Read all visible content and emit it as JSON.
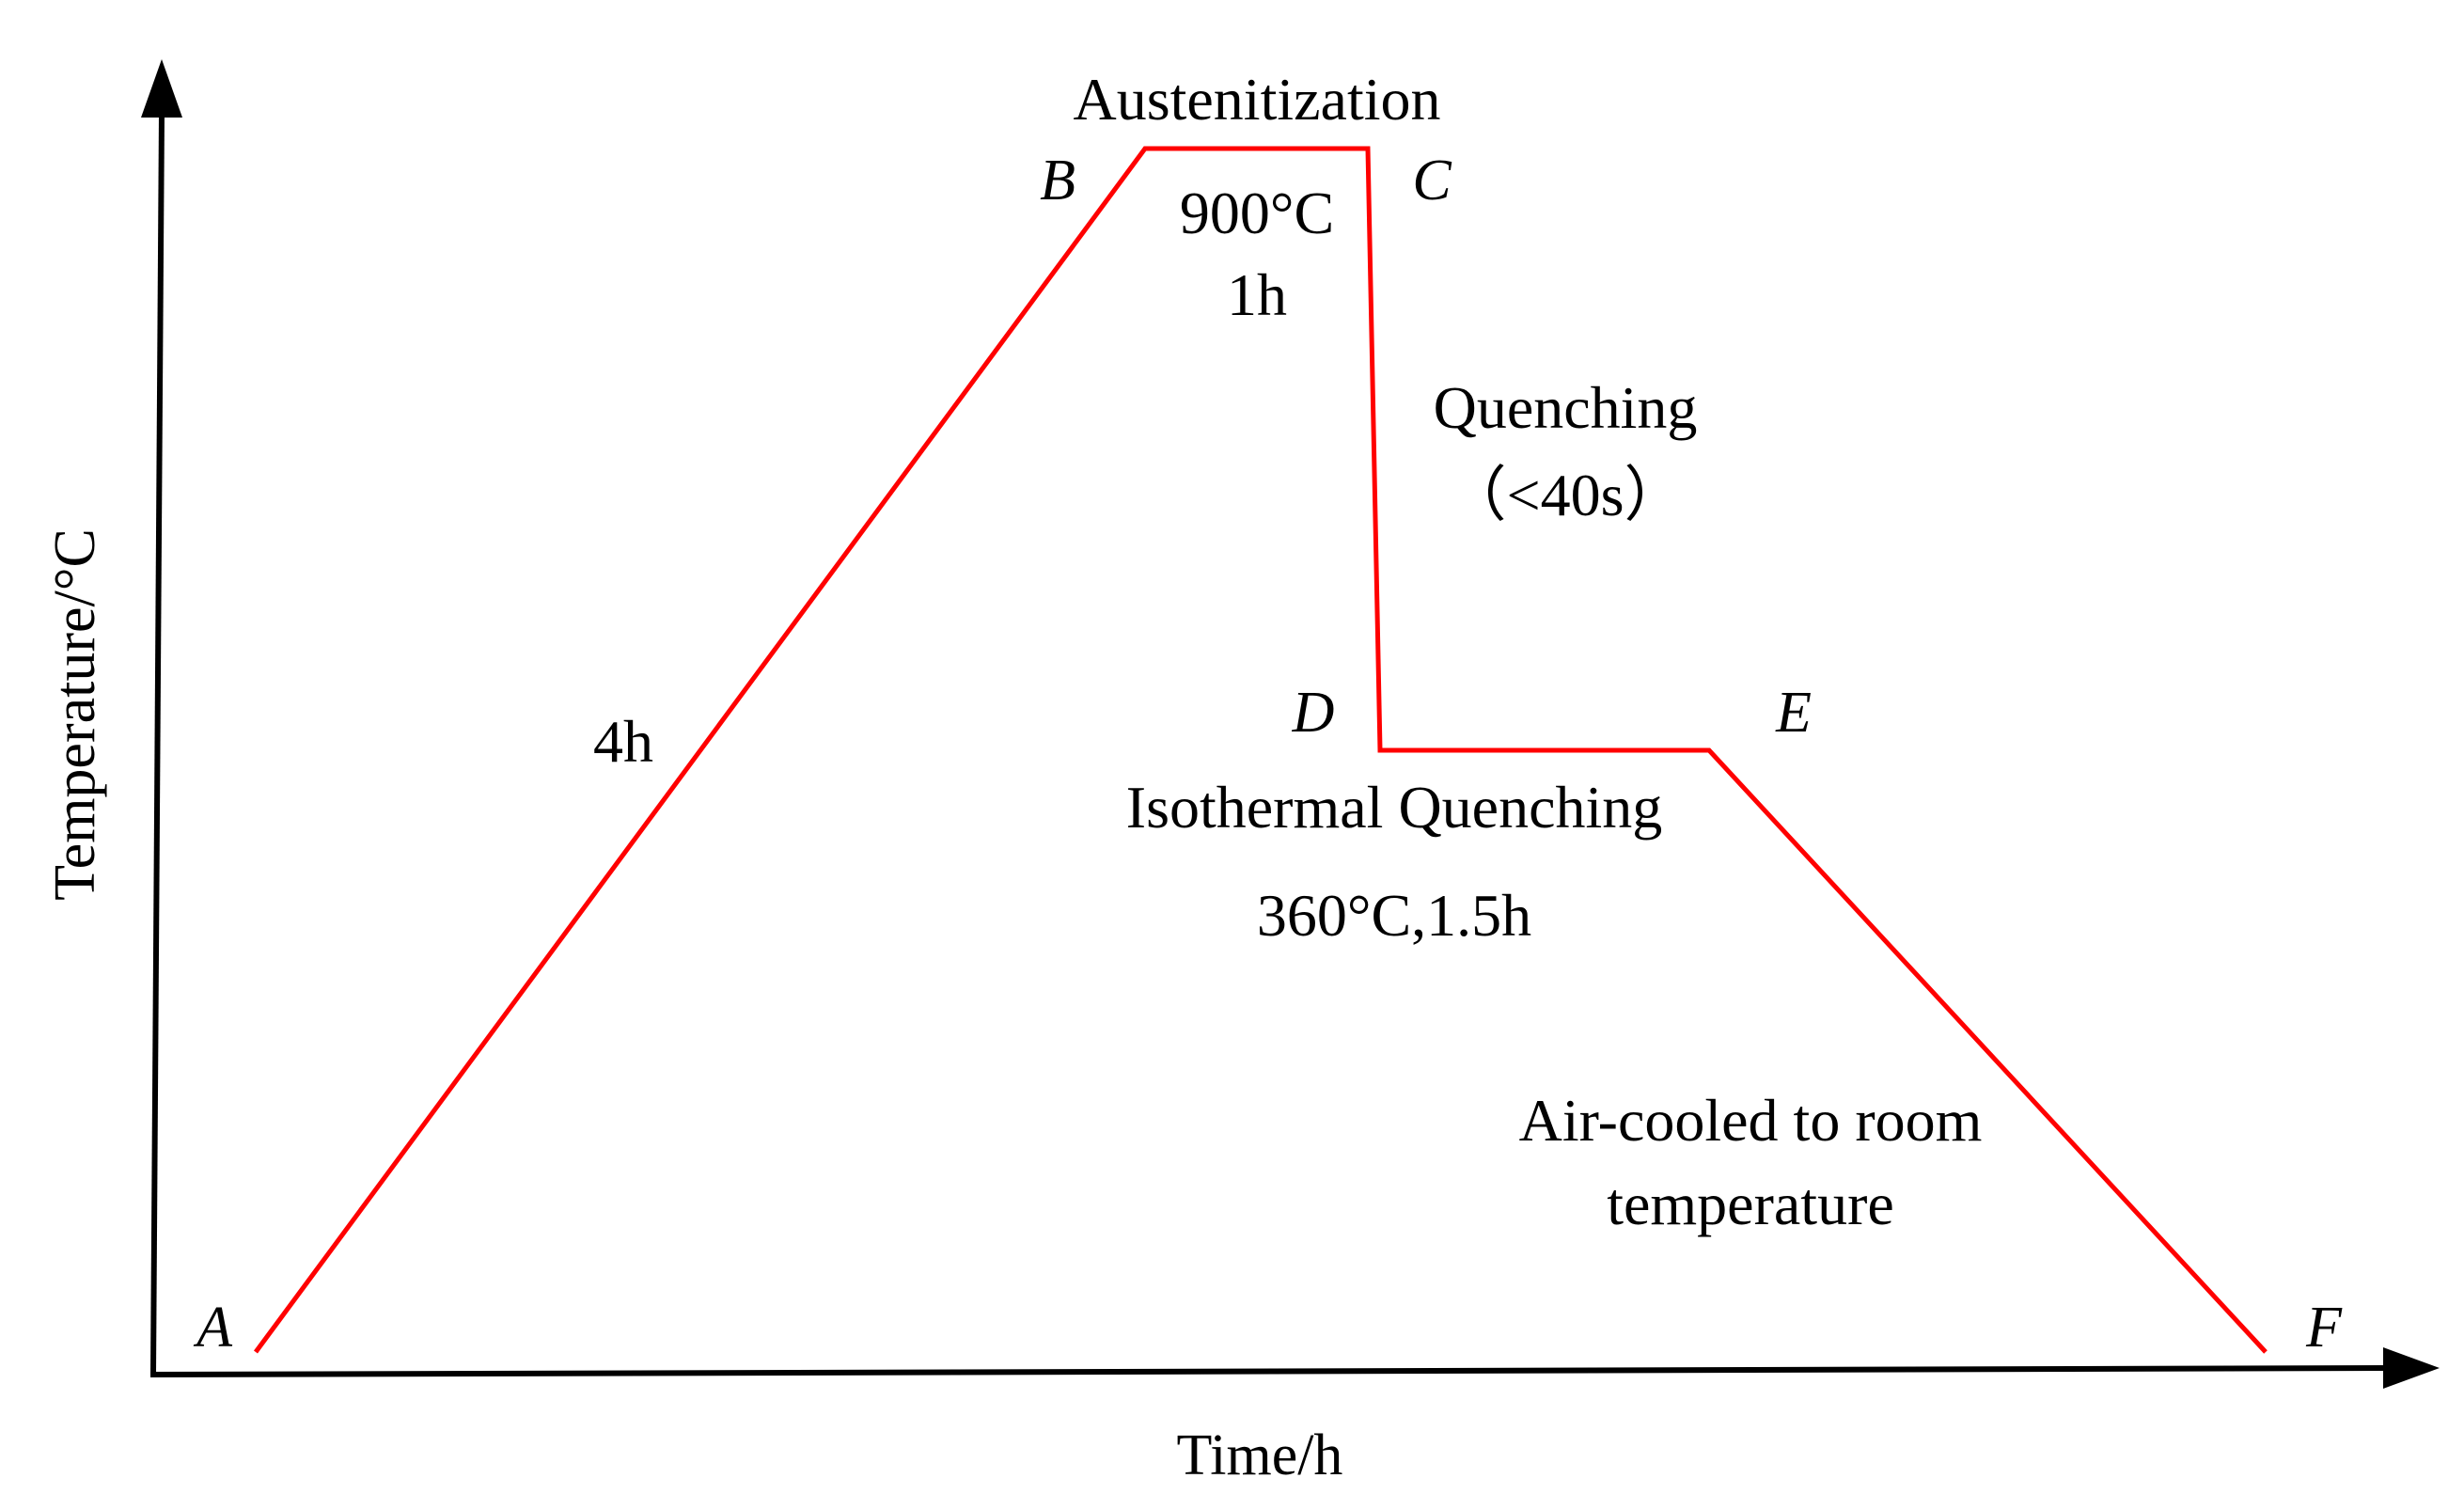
{
  "axes": {
    "y_label": "Temperature/°C",
    "x_label": "Time/h"
  },
  "points": {
    "A": "A",
    "B": "B",
    "C": "C",
    "D": "D",
    "E": "E",
    "F": "F"
  },
  "stages": {
    "austenitization_title": "Austenitization",
    "austenitization_temp": "900°C",
    "austenitization_time": "1h",
    "heating_time": "4h",
    "quenching_title": "Quenching",
    "quenching_time": "（<40s）",
    "isothermal_title": "Isothermal Quenching",
    "isothermal_params": "360°C,1.5h",
    "air_cool_line1": "Air-cooled to room",
    "air_cool_line2": "temperature"
  },
  "colors": {
    "axis": "#000000",
    "process_line": "#ff0000"
  }
}
